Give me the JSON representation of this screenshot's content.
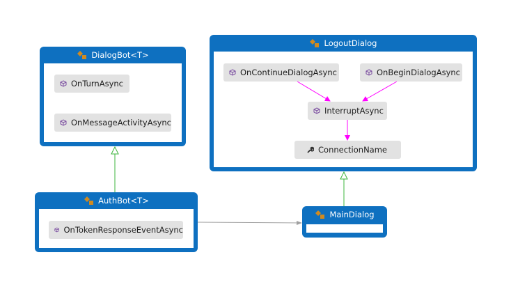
{
  "groups": {
    "dialogbot": {
      "title": "DialogBot<T>",
      "members": [
        "OnTurnAsync",
        "OnMessageActivityAsync"
      ]
    },
    "logoutdialog": {
      "title": "LogoutDialog",
      "members": [
        "OnContinueDialogAsync",
        "OnBeginDialogAsync",
        "InterruptAsync",
        "ConnectionName"
      ]
    },
    "authbot": {
      "title": "AuthBot<T>",
      "members": [
        "OnTokenResponseEventAsync"
      ]
    },
    "maindialog": {
      "title": "MainDialog"
    }
  },
  "colors": {
    "group": "#0e70c0",
    "node": "#e2e2e2",
    "inheritance": "#3cb43c",
    "call": "#ff00ff",
    "reference": "#a0a0a0",
    "method_icon": "#7a4ca0",
    "class_icon": "#d08a20"
  },
  "icons": {
    "class": "class-icon",
    "method": "method-cube-icon",
    "property": "wrench-icon"
  }
}
